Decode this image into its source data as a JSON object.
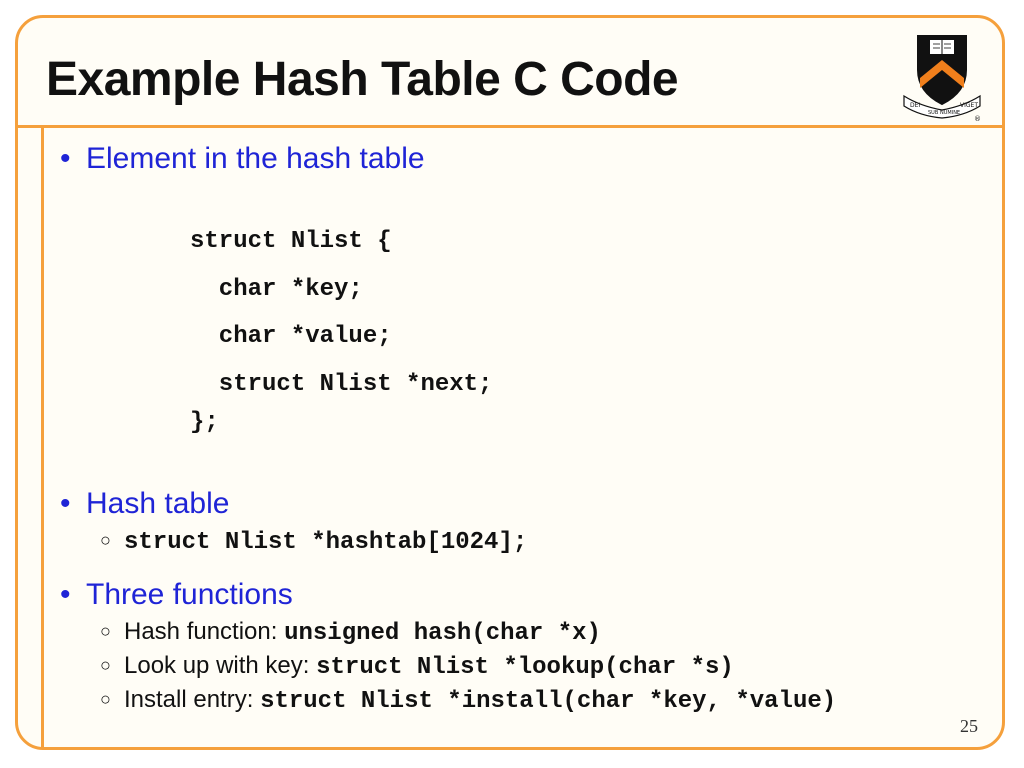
{
  "slide": {
    "title": "Example Hash Table C Code",
    "page_number": "25",
    "logo": {
      "name": "princeton-shield",
      "mottos": [
        "DEI",
        "SUB",
        "NUMINE",
        "VIGET"
      ],
      "registered_mark": "®",
      "colors": {
        "orange": "#f07f1c",
        "black": "#111111",
        "white": "#ffffff"
      }
    }
  },
  "bullets": [
    {
      "text": "Element in the hash table"
    },
    {
      "text": "Hash table"
    },
    {
      "text": "Three functions"
    }
  ],
  "struct_code": [
    "struct Nlist {",
    "  char *key;",
    "  char *value;",
    "  struct Nlist *next;",
    "};"
  ],
  "hash_table_sub": {
    "code": "struct Nlist *hashtab[1024];"
  },
  "functions": [
    {
      "label": "Hash function: ",
      "code": "unsigned hash(char *x)"
    },
    {
      "label": "Look up with key: ",
      "code": "struct Nlist *lookup(char *s)"
    },
    {
      "label": "Install entry: ",
      "code": "struct Nlist *install(char *key, *value)"
    }
  ],
  "colors": {
    "accent": "#f5a03c",
    "bullet_text": "#1f24d6",
    "body_text": "#111111"
  }
}
